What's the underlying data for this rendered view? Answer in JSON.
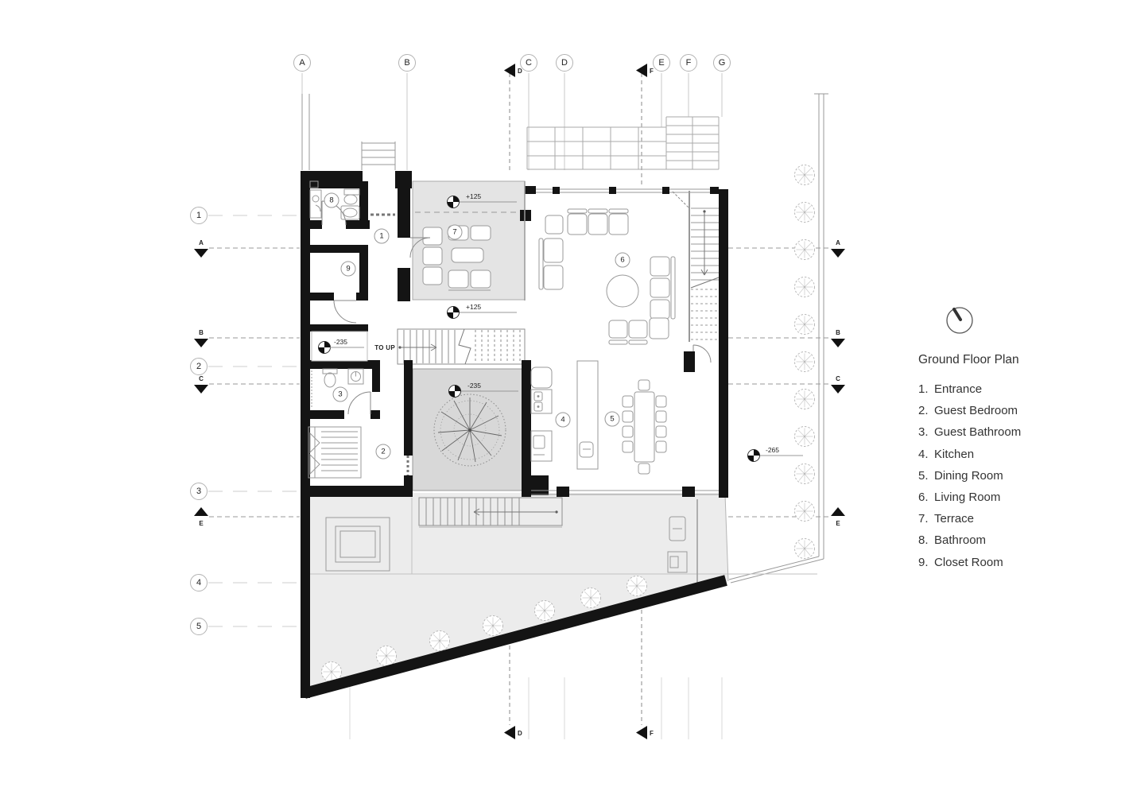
{
  "axes": {
    "columns": [
      "A",
      "B",
      "C",
      "D",
      "E",
      "F",
      "G"
    ],
    "rows": [
      "1",
      "2",
      "3",
      "4",
      "5"
    ],
    "sections": {
      "a": "A",
      "b": "B",
      "c": "C",
      "d": "D",
      "e": "E",
      "f": "F"
    }
  },
  "plan": {
    "stair_label": "TO UP",
    "room_numbers": [
      "1",
      "2",
      "3",
      "4",
      "5",
      "6",
      "7",
      "8",
      "9"
    ]
  },
  "levels": {
    "terrace_upper": "+125",
    "terrace_lower": "+125",
    "entry": "-235",
    "courtyard": "-235",
    "garden": "-265"
  },
  "legend": {
    "title": "Ground Floor Plan",
    "items": [
      {
        "num": "1.",
        "label": "Entrance"
      },
      {
        "num": "2.",
        "label": "Guest Bedroom"
      },
      {
        "num": "3.",
        "label": "Guest Bathroom"
      },
      {
        "num": "4.",
        "label": "Kitchen"
      },
      {
        "num": "5.",
        "label": "Dining Room"
      },
      {
        "num": "6.",
        "label": "Living Room"
      },
      {
        "num": "7.",
        "label": "Terrace"
      },
      {
        "num": "8.",
        "label": "Bathroom"
      },
      {
        "num": "9.",
        "label": "Closet Room"
      }
    ]
  },
  "colors": {
    "wall": "#141414",
    "terrace_fill": "#e4e4e4",
    "courtyard_fill": "#d8d8d8",
    "garden_fill": "#ececec",
    "line": "#999999",
    "text": "#333333"
  }
}
